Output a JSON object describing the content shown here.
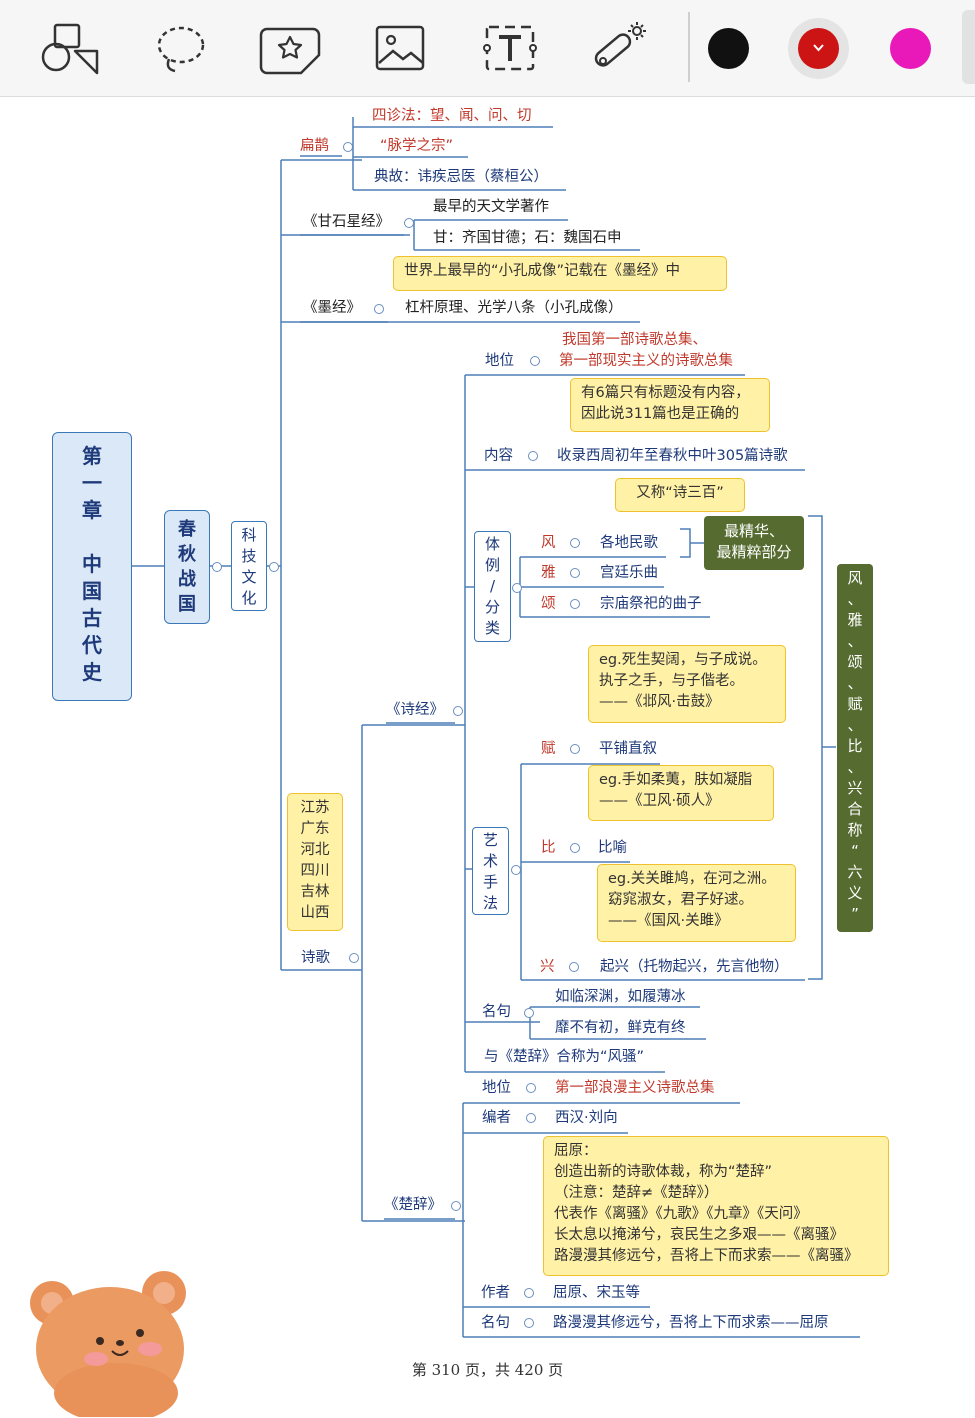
{
  "toolbar": {
    "tools": [
      "shapes-icon",
      "lasso-icon",
      "sticker-icon",
      "image-icon",
      "text-icon",
      "laser-pointer-icon"
    ],
    "colors": {
      "black": "#111111",
      "red": "#cc1414",
      "magenta": "#e819b8"
    }
  },
  "mindmap": {
    "chapter": "第一章 中国古代史",
    "chapter_chars": [
      "第",
      "一",
      "章",
      "",
      "中",
      "国",
      "古",
      "代",
      "史"
    ],
    "period_chars": [
      "春",
      "秋",
      "战",
      "国"
    ],
    "topic_chars": [
      "科",
      "技",
      "文",
      "化"
    ],
    "bianque": {
      "label": "扁鹊",
      "items": [
        "四诊法：望、闻、问、切",
        "“脉学之宗”",
        "典故：讳疾忌医（蔡桓公）"
      ]
    },
    "ganshi": {
      "label": "《甘石星经》",
      "items": [
        "最早的天文学著作",
        "甘：齐国甘德；石：魏国石申"
      ]
    },
    "mojing": {
      "label": "《墨经》",
      "note": "世界上最早的“小孔成像”记载在《墨经》中",
      "item": "杠杆原理、光学八条（小孔成像）"
    },
    "poetry": {
      "label": "诗歌",
      "provinces": [
        "江苏",
        "广东",
        "河北",
        "四川",
        "吉林",
        "山西"
      ]
    },
    "shijing": {
      "label": "《诗经》",
      "status_label": "地位",
      "status_lines": [
        "我国第一部诗歌总集、",
        "第一部现实主义的诗歌总集"
      ],
      "content_note": [
        "有6篇只有标题没有内容，",
        "因此说311篇也是正确的"
      ],
      "content_label": "内容",
      "content": "收录西周初年至春秋中叶305篇诗歌",
      "alias": "又称“诗三百”",
      "style_chars": [
        "体",
        "例",
        "/",
        "分",
        "类"
      ],
      "feng_label": "风",
      "feng": "各地民歌",
      "ya_label": "雅",
      "ya": "宫廷乐曲",
      "song_label": "颂",
      "song": "宗庙祭祀的曲子",
      "best_note": [
        "最精华、",
        "最精粹部分"
      ],
      "art_chars": [
        "艺",
        "术",
        "手",
        "法"
      ],
      "fu_example": [
        "eg.死生契阔，与子成说。",
        "执子之手，与子偕老。",
        "——《邶风·击鼓》"
      ],
      "fu_label": "赋",
      "fu": "平铺直叙",
      "bi_example": [
        "eg.手如柔荑，肤如凝脂",
        "——《卫风·硕人》"
      ],
      "bi_label": "比",
      "bi": "比喻",
      "xing_example": [
        "eg.关关雎鸠，在河之洲。",
        "窈窕淑女，君子好逑。",
        "——《国风·关雎》"
      ],
      "xing_label": "兴",
      "xing": "起兴（托物起兴，先言他物）",
      "six_yi_chars": [
        "风",
        "、",
        "雅",
        "、",
        "颂",
        "、",
        "赋",
        "、",
        "比",
        "、",
        "兴",
        "合",
        "称",
        "“",
        "六",
        "义",
        "”"
      ],
      "quotes_label": "名句",
      "quotes": [
        "如临深渊，如履薄冰",
        "靡不有初，鲜克有终"
      ],
      "fengsao": "与《楚辞》合称为“风骚”"
    },
    "chuci": {
      "label": "《楚辞》",
      "status_label": "地位",
      "status": "第一部浪漫主义诗歌总集",
      "editor_label": "编者",
      "editor": "西汉·刘向",
      "quyuan_note": [
        "屈原：",
        "创造出新的诗歌体裁，称为“楚辞”",
        "（注意：楚辞≠《楚辞》）",
        "代表作《离骚》《九歌》《九章》《天问》",
        "长太息以掩涕兮，哀民生之多艰——《离骚》",
        "路漫漫其修远兮，吾将上下而求索——《离骚》"
      ],
      "author_label": "作者",
      "author": "屈原、宋玉等",
      "quote_label": "名句",
      "quote": "路漫漫其修远兮，吾将上下而求索——屈原"
    }
  },
  "footer": "第 310 页，共 420 页"
}
